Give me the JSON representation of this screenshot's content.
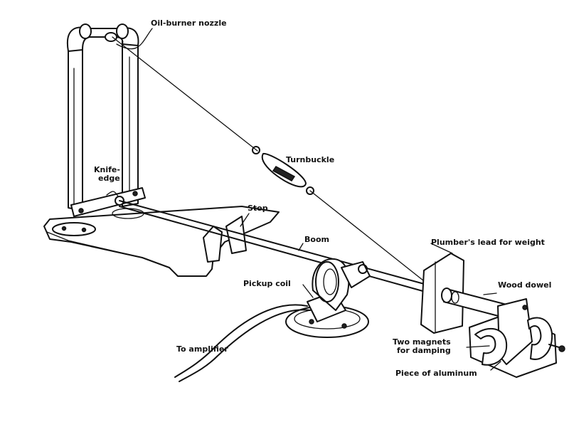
{
  "labels": {
    "oil_burner_nozzle": "Oil-burner nozzle",
    "turnbuckle": "Turnbuckle",
    "knife_edge_line1": "Knife-",
    "knife_edge_line2": "edge",
    "stop": "Stop",
    "boom": "Boom",
    "plumbers_lead": "Plumber's lead for weight",
    "wood_dowel": "Wood dowel",
    "pickup_coil": "Pickup coil",
    "to_amplifier": "To amplifier",
    "two_magnets_line1": "Two magnets",
    "two_magnets_line2": "for damping",
    "piece_of_aluminum": "Piece of aluminum"
  }
}
